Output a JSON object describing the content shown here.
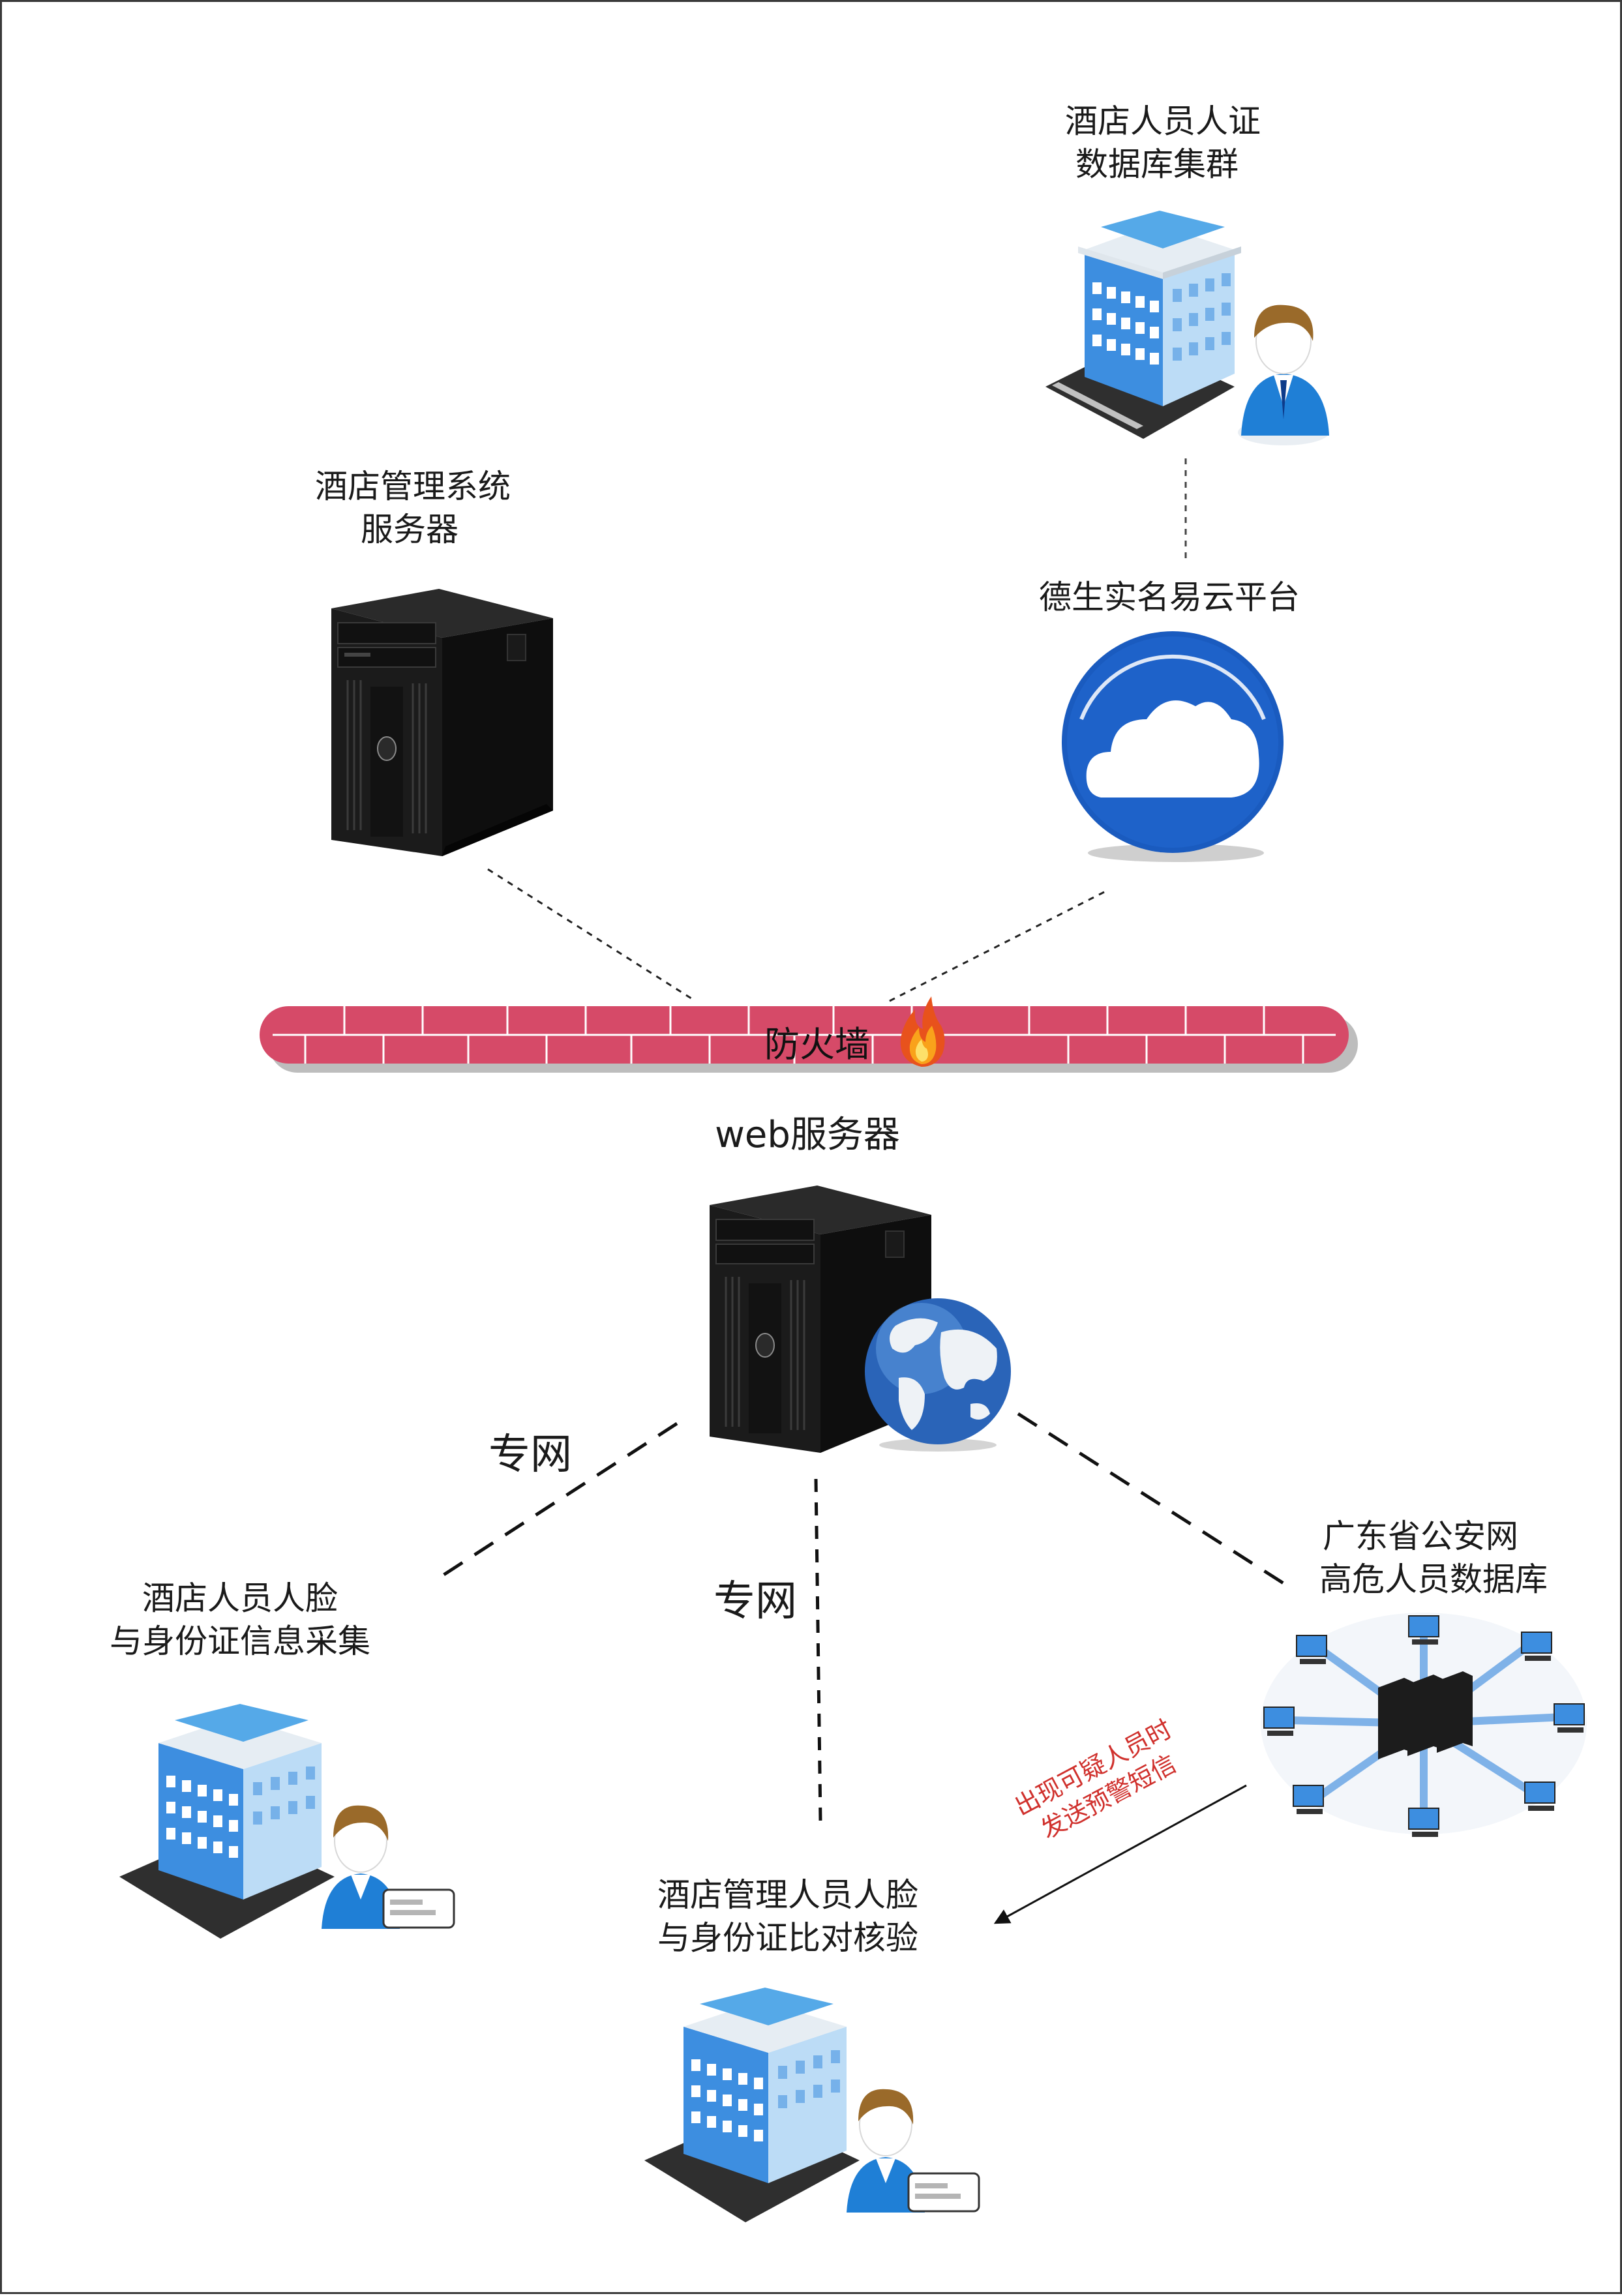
{
  "nodes": {
    "db_cluster": {
      "line1": "酒店人员人证",
      "line2": "数据库集群"
    },
    "hotel_mgmt_server": {
      "line1": "酒店管理系统",
      "line2": "服务器"
    },
    "cloud_platform": {
      "label": "德生实名易云平台"
    },
    "firewall": {
      "label": "防火墙"
    },
    "web_server": {
      "label": "web服务器"
    },
    "collection_site": {
      "line1": "酒店人员人脸",
      "line2": "与身份证信息采集"
    },
    "police_db": {
      "line1": "广东省公安网",
      "line2": "高危人员数据库"
    },
    "verification_site": {
      "line1": "酒店管理人员人脸",
      "line2": "与身份证比对核验"
    }
  },
  "links": {
    "private_net_left": "专网",
    "private_net_down": "专网",
    "alert": {
      "line1": "出现可疑人员时",
      "line2": "发送预警短信"
    }
  },
  "colors": {
    "firewall": "#d64a68",
    "cloud": "#1a5bbf",
    "alert": "#d0312d",
    "building": "#3d8ee0"
  },
  "icons": {
    "db_cluster": "office-building-person-icon",
    "hotel_mgmt_server": "tower-server-icon",
    "cloud_platform": "cloud-icon",
    "firewall": "brick-wall-icon",
    "firewall_flame": "flame-icon",
    "web_server": "tower-server-icon",
    "web_globe": "globe-icon",
    "collection_site": "office-building-person-idcard-icon",
    "police_db": "server-cluster-network-icon",
    "verification_site": "office-building-person-idcard-icon"
  }
}
